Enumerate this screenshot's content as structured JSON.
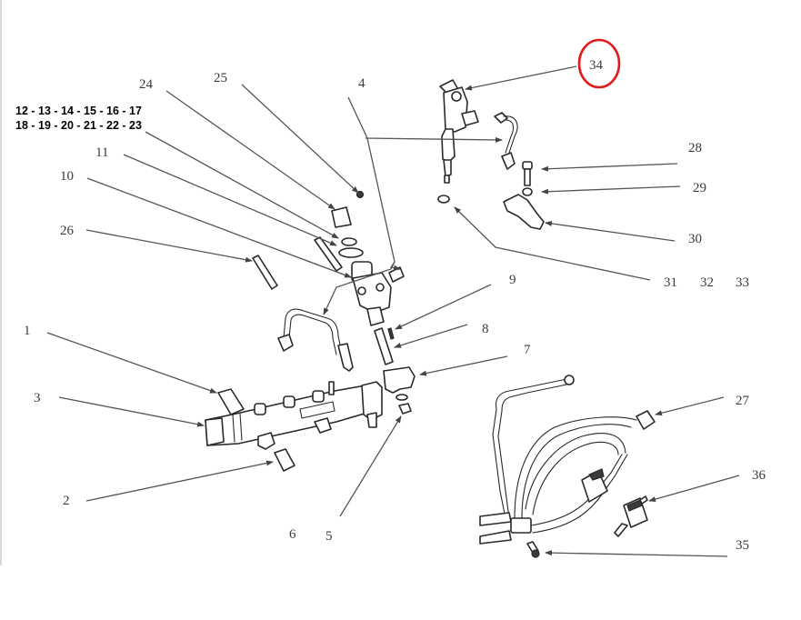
{
  "diagram": {
    "title": "Fuel injection system exploded parts diagram",
    "highlight_color": "#e01b1b",
    "highlighted_part": "34",
    "group_labels": [
      "12 - 13 - 14 - 15 - 16 - 17",
      "18 - 19 - 20 - 21 - 22 - 23"
    ],
    "callouts": {
      "c1": "1",
      "c2": "2",
      "c3": "3",
      "c4": "4",
      "c5": "5",
      "c6": "6",
      "c7": "7",
      "c8": "8",
      "c9": "9",
      "c10": "10",
      "c11": "11",
      "c24": "24",
      "c25": "25",
      "c26": "26",
      "c27": "27",
      "c28": "28",
      "c29": "29",
      "c30": "30",
      "c31": "31",
      "c32": "32",
      "c33": "33",
      "c34": "34",
      "c35": "35",
      "c36": "36"
    }
  }
}
